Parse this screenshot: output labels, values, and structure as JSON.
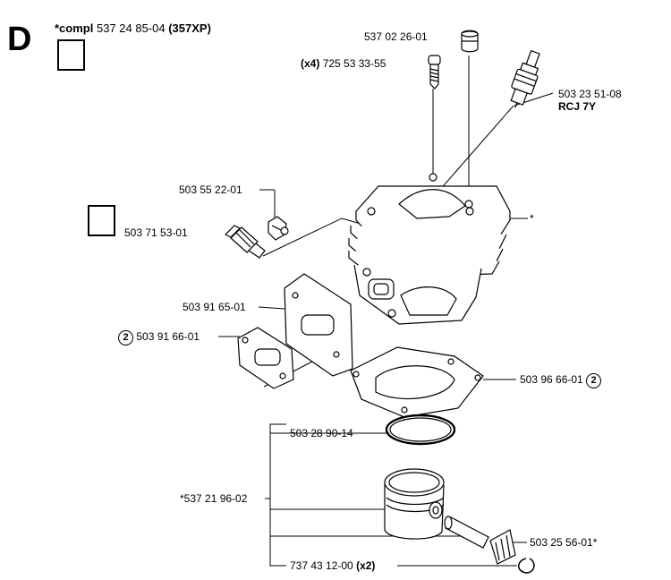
{
  "section": {
    "letter": "D"
  },
  "assembly": {
    "prefix": "*compl",
    "number": "537 24 85-04",
    "model": "(357XP)"
  },
  "parts": [
    {
      "number": "537 02 26-01"
    },
    {
      "qty": "(x4)",
      "number": "725 53 33-55"
    },
    {
      "number": "503 23 51-08",
      "sub": "RCJ 7Y"
    },
    {
      "number": "503 55 22-01"
    },
    {
      "number": "503 71 53-01"
    },
    {
      "number": "503 91 65-01"
    },
    {
      "number": "503 91 66-01",
      "ref": "2"
    },
    {
      "number": "503 96 66-01",
      "ref": "2"
    },
    {
      "number": "503 28 90-14"
    },
    {
      "number": "*537 21 96-02"
    },
    {
      "number": "503 25 56-01*"
    },
    {
      "number": "737 43 12-00",
      "qty": "(x2)"
    }
  ],
  "cylinder_marker": "*"
}
